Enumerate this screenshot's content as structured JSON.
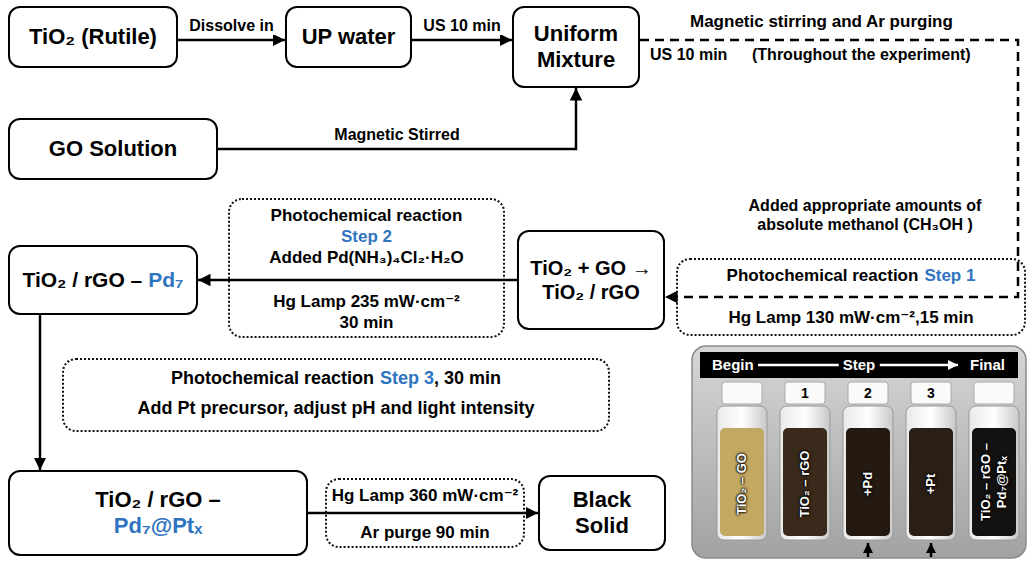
{
  "diagram": {
    "nodes": [
      {
        "text": [
          "TiO₂ (Rutile)"
        ]
      },
      {
        "text": [
          "UP water"
        ]
      },
      {
        "text": [
          "Uniform Mixture"
        ]
      },
      {
        "text": [
          "GO Solution"
        ]
      },
      {
        "text": [
          "TiO₂ / rGO –",
          "Pd₇"
        ]
      },
      {
        "text": [
          "Photochemical reaction",
          "Step 2",
          "Added Pd(NH₃)₄Cl₂·H₂O",
          "Hg Lamp 235 mW·cm⁻²",
          "30 min"
        ]
      },
      {
        "text": [
          "TiO₂ + GO → TiO₂ / rGO"
        ]
      },
      {
        "text": [
          "Photochemical reaction",
          "Step 1",
          "Hg Lamp 130 mW·cm⁻²,15 min"
        ]
      },
      {
        "text": [
          "Photochemical reaction",
          "Step 3",
          ", 30 min",
          "Add Pt precursor, adjust pH and light intensity"
        ]
      },
      {
        "text": [
          "TiO₂ / rGO –",
          "Pd₇@Ptₓ"
        ]
      },
      {
        "text": [
          "Hg Lamp 360 mW·cm⁻²",
          "Ar purge 90 min"
        ]
      },
      {
        "text": [
          "Black Solid"
        ]
      }
    ],
    "edges": [
      {
        "from": 0,
        "to": 1,
        "arrow": "to",
        "label": "Dissolve in"
      },
      {
        "from": 1,
        "to": 2,
        "arrow": "to",
        "label": "US 10 min"
      },
      {
        "from": 3,
        "to": 2,
        "arrow": "to",
        "label": "Magnetic Stirred"
      },
      {
        "from": 2,
        "to": 6,
        "arrow": "to",
        "label": "US 10 min"
      },
      {
        "from": 6,
        "to": 4,
        "arrow": "to"
      },
      {
        "from": 4,
        "to": 9,
        "arrow": "to"
      },
      {
        "from": 9,
        "to": 11,
        "arrow": "to"
      }
    ],
    "labels": [
      "Magnetic stirring and Ar purging",
      "(Throughout the experiment)",
      "Added appropriate amounts of absolute methanol (CH₃OH )",
      "Begin",
      "Step",
      "Final",
      "1",
      "2",
      "3",
      "TiO₂ – GO",
      "TiO₂ – rGO",
      "+Pd",
      "+Pt",
      "TiO₂ – rGO – Pd₇@Ptₓ"
    ]
  }
}
